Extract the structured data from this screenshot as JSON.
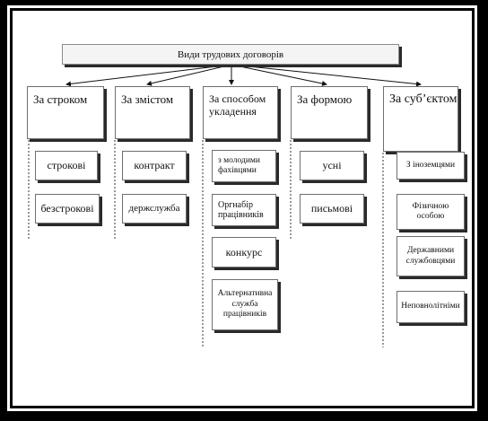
{
  "diagram": {
    "title": "Види трудових договорів",
    "categories": [
      {
        "label": "За строком",
        "items": [
          "строкові",
          "безстрокові"
        ]
      },
      {
        "label": "За змістом",
        "items": [
          "контракт",
          "держслужба"
        ]
      },
      {
        "label": "За способом укладення",
        "items": [
          "з молодими фахівцями",
          "Оргнабір працівників",
          "конкурс",
          "Альтернатив­на служба працівників"
        ]
      },
      {
        "label": "За формою",
        "items": [
          "усні",
          "письмові"
        ]
      },
      {
        "label": "За суб’єктом",
        "items": [
          "З іноземцями",
          "Фізичною особою",
          "Державними службовцями",
          "Неповноліт­німи"
        ]
      }
    ]
  }
}
